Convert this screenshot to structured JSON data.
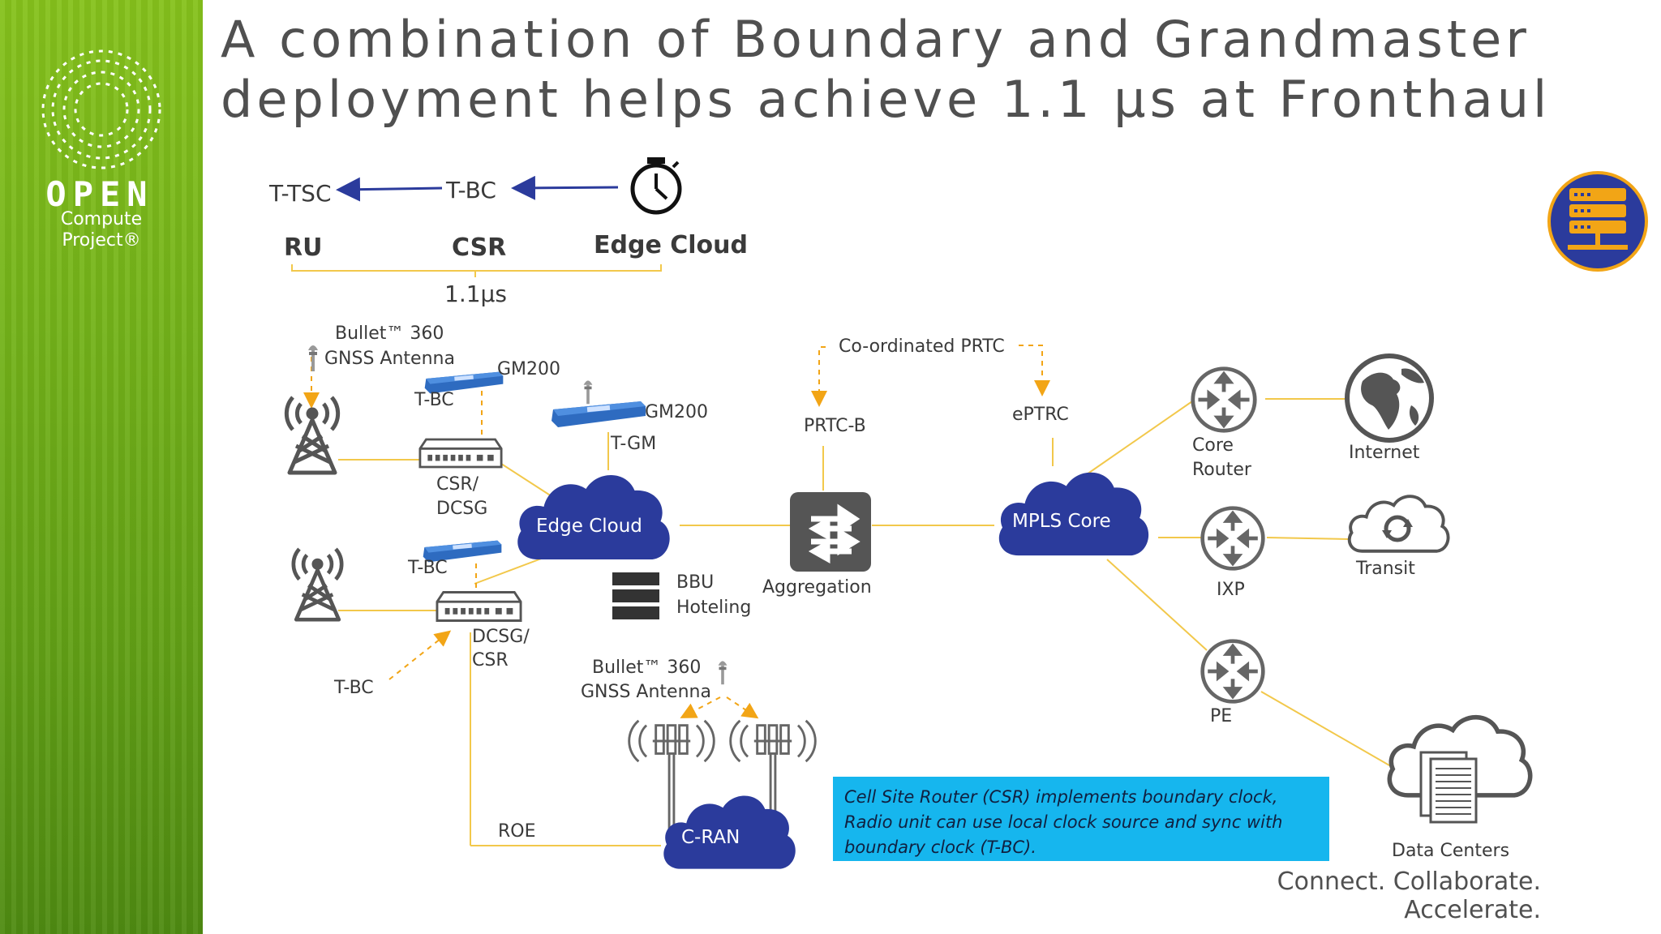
{
  "slide": {
    "title": "A combination of Boundary and Grandmaster deployment helps achieve 1.1 µs at Fronthaul",
    "tagline": "Connect. Collaborate. Accelerate.",
    "note": "Cell Site Router (CSR) implements boundary clock, Radio unit can use local clock source and sync with boundary clock (T-BC)."
  },
  "logo": {
    "word": "OPEN",
    "line1": "Compute",
    "line2": "Project®"
  },
  "timing_chain": {
    "nodes": [
      "T-TSC",
      "T-BC"
    ],
    "roles": [
      "RU",
      "CSR",
      "Edge Cloud"
    ],
    "span": "1.1µs"
  },
  "labels": {
    "bullet1_l1": "Bullet™ 360",
    "bullet1_l2": "GNSS Antenna",
    "gm200_a": "GM200",
    "tbc_top": "T-BC",
    "gm200_b": "GM200",
    "tgm": "T-GM",
    "csr_l1": "CSR/",
    "csr_l2": "DCSG",
    "edge_cloud": "Edge Cloud",
    "tbc_mid": "T-BC",
    "dcsg_l1": "DCSG/",
    "dcsg_l2": "CSR",
    "tbc_low": "T-BC",
    "bbu_l1": "BBU",
    "bbu_l2": "Hoteling",
    "aggregation": "Aggregation",
    "coord_prtc": "Co-ordinated PRTC",
    "prtc_b": "PRTC-B",
    "eptrc": "ePTRC",
    "mpls": "MPLS Core",
    "core_l1": "Core",
    "core_l2": "Router",
    "internet": "Internet",
    "ixp": "IXP",
    "transit": "Transit",
    "pe": "PE",
    "data_centers": "Data Centers",
    "bullet2_l1": "Bullet™ 360",
    "bullet2_l2": "GNSS Antenna",
    "roe": "ROE",
    "cran": "C-RAN"
  },
  "colors": {
    "sidebar": "#7ab81c",
    "cloud": "#2b3b9c",
    "link": "#f2c84b",
    "note_bg": "#16b6ee",
    "badge": "#2b3b9c",
    "badge_ring": "#f2a516"
  },
  "icons": [
    "stopwatch-icon",
    "cell-tower-icon",
    "switch-icon",
    "router-icon",
    "globe-icon",
    "cloud-sync-icon",
    "data-center-icon",
    "server-badge-icon"
  ]
}
